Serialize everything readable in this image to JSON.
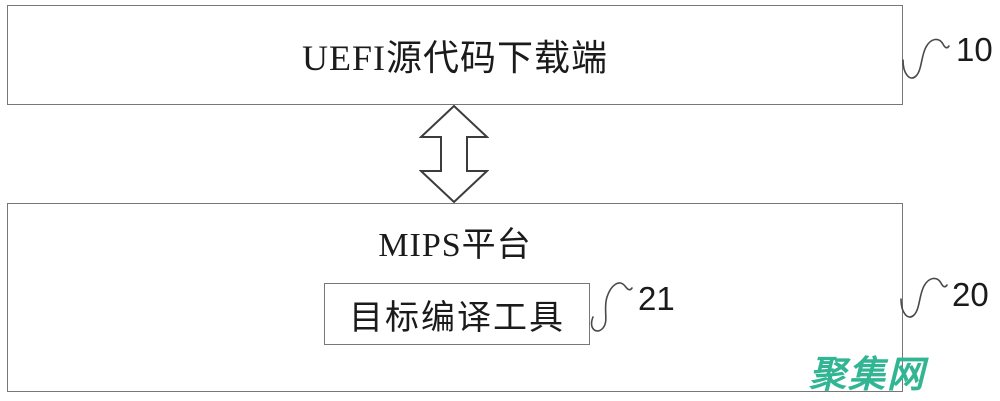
{
  "diagram": {
    "top_box": {
      "label": "UEFI源代码下载端",
      "ref": "10"
    },
    "bottom_box": {
      "label": "MIPS平台",
      "ref": "20",
      "inner_box": {
        "label": "目标编译工具",
        "ref": "21"
      }
    },
    "connector": "bidirectional-vertical-arrow",
    "watermark": {
      "text": "聚集网",
      "color": "#31b593"
    },
    "colors": {
      "line": "#777777",
      "text": "#1b1b1b",
      "background": "#ffffff"
    }
  }
}
